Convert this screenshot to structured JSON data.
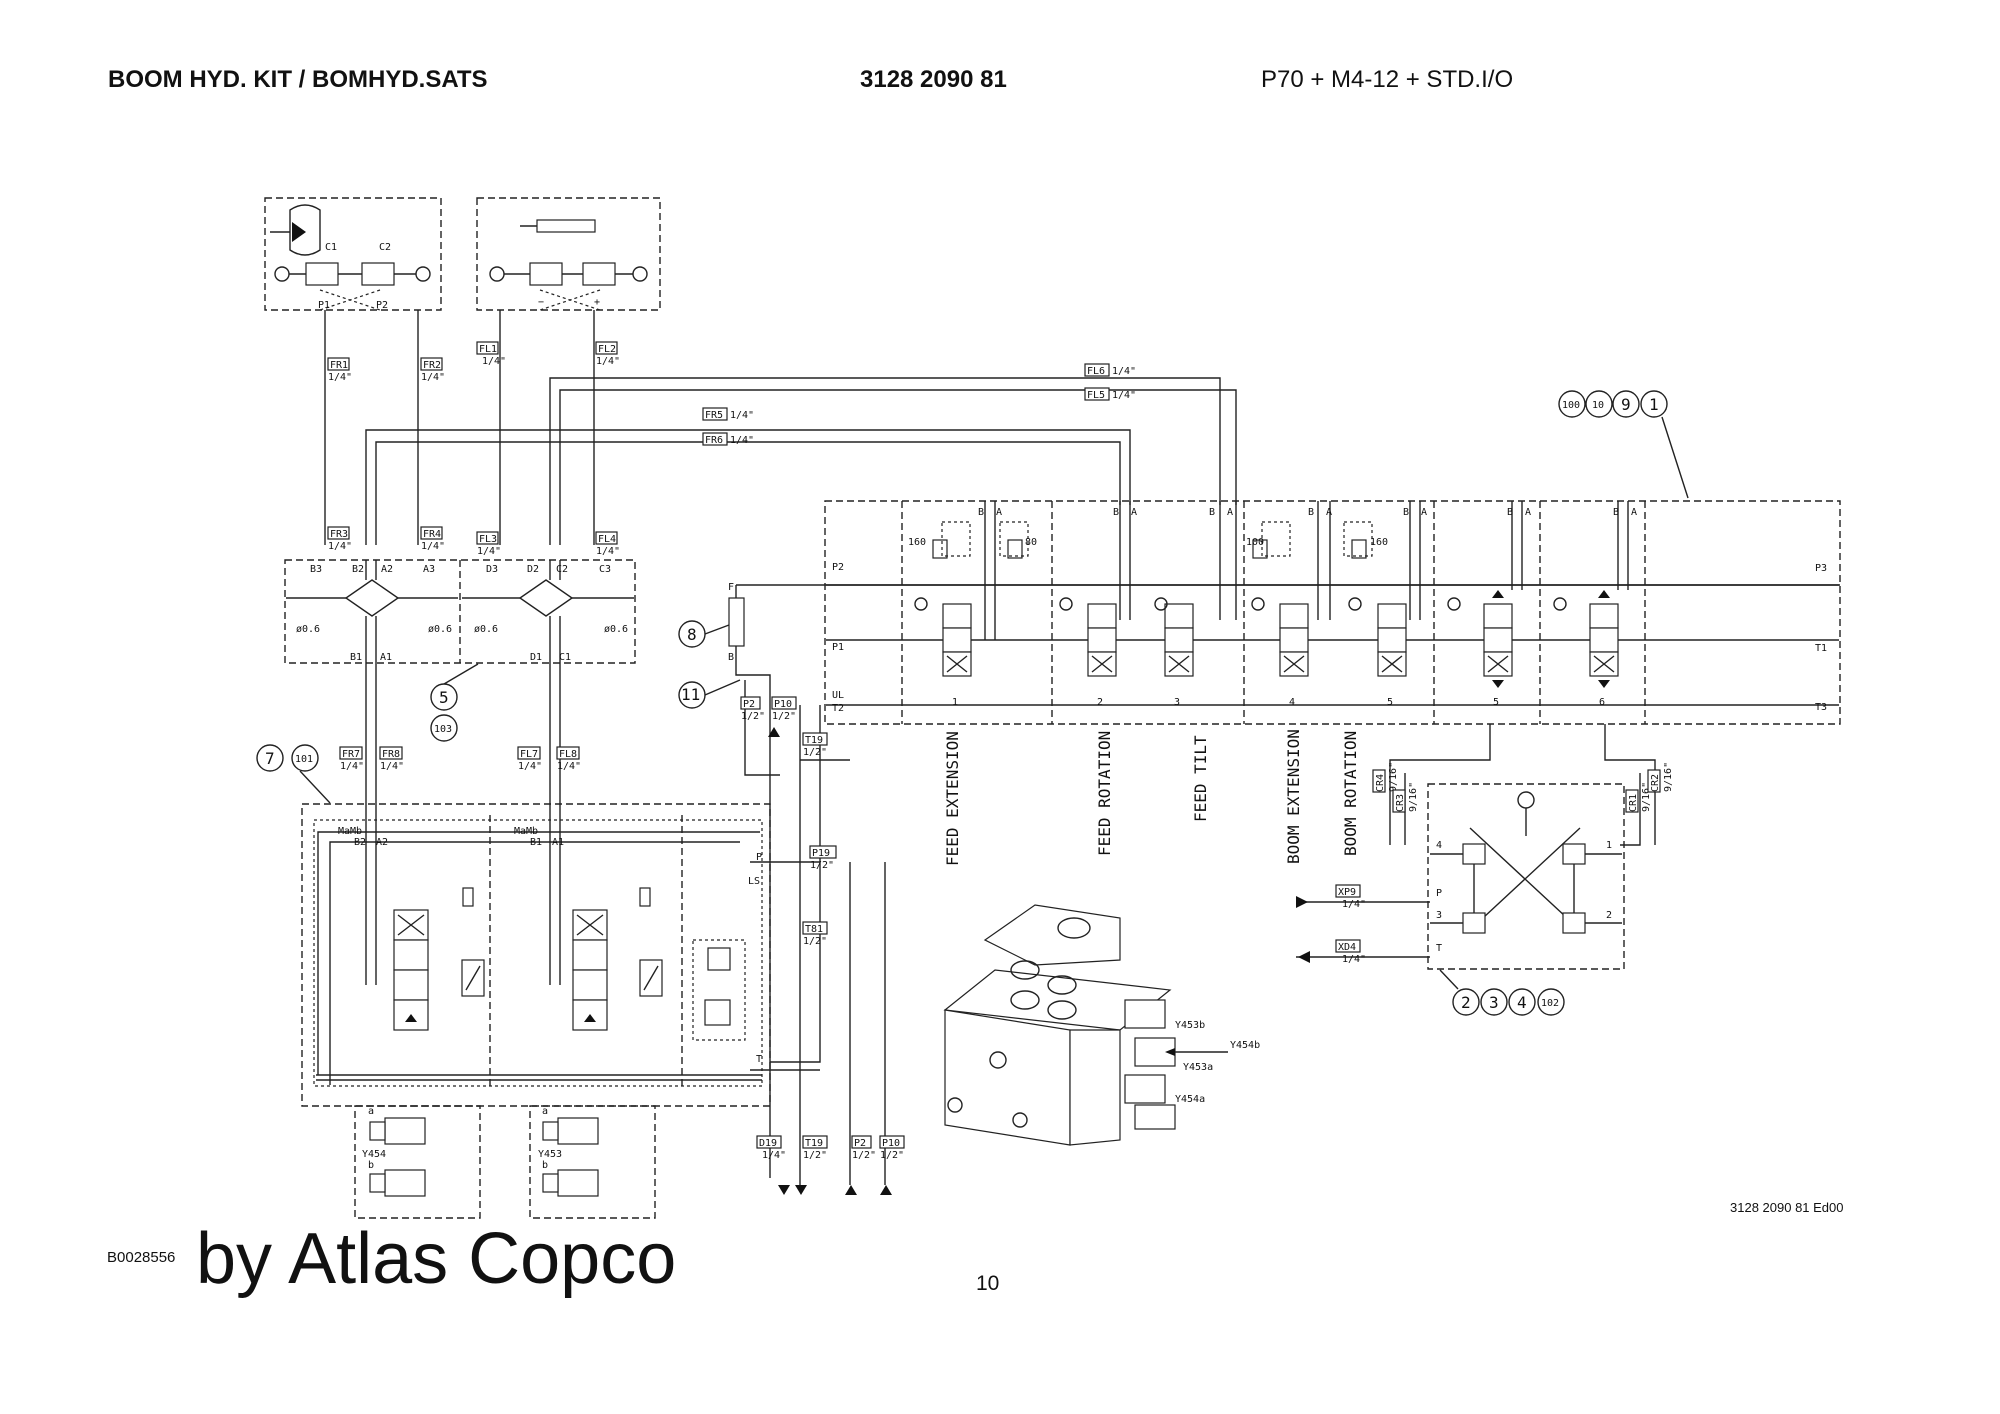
{
  "header": {
    "left": "BOOM HYD. KIT / BOMHYD.SATS",
    "center": "3128 2090 81",
    "right": "P70 + M4-12 + STD.I/O"
  },
  "footer": {
    "drawing_ref": "3128 2090 81 Ed00",
    "image_code": "B0028556",
    "brand": "by Atlas Copco",
    "page_number": "10"
  },
  "diagram": {
    "line_tags": [
      {
        "id": "FR1",
        "size": "1/4\""
      },
      {
        "id": "FR2",
        "size": "1/4\""
      },
      {
        "id": "FL1",
        "size": "1/4\""
      },
      {
        "id": "FL2",
        "size": "1/4\""
      },
      {
        "id": "FL6",
        "size": "1/4\""
      },
      {
        "id": "FL5",
        "size": "1/4\""
      },
      {
        "id": "FR5",
        "size": "1/4\""
      },
      {
        "id": "FR6",
        "size": "1/4\""
      },
      {
        "id": "FR3",
        "size": "1/4\""
      },
      {
        "id": "FR4",
        "size": "1/4\""
      },
      {
        "id": "FL3",
        "size": "1/4\""
      },
      {
        "id": "FL4",
        "size": "1/4\""
      },
      {
        "id": "FR7",
        "size": "1/4\""
      },
      {
        "id": "FR8",
        "size": "1/4\""
      },
      {
        "id": "FL7",
        "size": "1/4\""
      },
      {
        "id": "FL8",
        "size": "1/4\""
      },
      {
        "id": "P2",
        "size": "1/2\""
      },
      {
        "id": "P10",
        "size": "1/2\""
      },
      {
        "id": "T19",
        "size": "1/2\""
      },
      {
        "id": "P19",
        "size": "1/2\""
      },
      {
        "id": "T81",
        "size": "1/2\""
      },
      {
        "id": "D19",
        "size": "1/4\""
      },
      {
        "id": "T19",
        "size": "1/2\""
      },
      {
        "id": "P2",
        "size": "1/2\""
      },
      {
        "id": "P10",
        "size": "1/2\""
      },
      {
        "id": "CR4",
        "size": "9/16\""
      },
      {
        "id": "CR3",
        "size": "9/16\""
      },
      {
        "id": "CR1",
        "size": "9/16\""
      },
      {
        "id": "CR2",
        "size": "9/16\""
      },
      {
        "id": "XP9",
        "size": "1/4\""
      },
      {
        "id": "XD4",
        "size": "1/4\""
      }
    ],
    "balloons_top_right": [
      "100",
      "10",
      "9",
      "1"
    ],
    "balloons_bottom_right": [
      "2",
      "3",
      "4",
      "102"
    ],
    "balloon_8": "8",
    "balloon_11": "11",
    "balloon_5": "5",
    "balloon_103": "103",
    "balloon_7": "7",
    "balloon_101": "101",
    "functions": [
      "FEED EXTENSION",
      "FEED ROTATION",
      "FEED TILT",
      "BOOM EXTENSION",
      "BOOM ROTATION"
    ],
    "section_numbers": [
      "1",
      "2",
      "3",
      "4",
      "5",
      "5",
      "6"
    ],
    "valve_ports": {
      "left_block": [
        "B3",
        "B2",
        "A2",
        "A3",
        "B1",
        "A1"
      ],
      "right_block": [
        "D3",
        "D2",
        "C2",
        "C3",
        "D1",
        "C1"
      ],
      "orifice": "ø0.6",
      "pilot_ports": [
        "P2",
        "P1",
        "UL",
        "T2",
        "P3",
        "T1",
        "T3"
      ],
      "relief_settings": [
        "160",
        "80",
        "100",
        "160"
      ],
      "solenoids": [
        "Y453b",
        "Y454b",
        "Y453a",
        "Y454a"
      ],
      "solenoid_lower": [
        "Y454",
        "Y453"
      ],
      "joystick_ports": [
        "4",
        "1",
        "3",
        "2",
        "P",
        "T"
      ],
      "valve_8_ports": [
        "F",
        "B"
      ],
      "cyl_ports": [
        "C1",
        "C2",
        "P1",
        "P2"
      ],
      "lift_ports": [
        "−",
        "+"
      ],
      "ab_labels": [
        "B",
        "A"
      ],
      "ls_labels": [
        "P",
        "LS",
        "T",
        "MaMb"
      ],
      "iso_ports": [
        "T",
        "B1",
        "A1",
        "B2",
        "A2"
      ],
      "small_ab": [
        "a",
        "b"
      ]
    }
  }
}
